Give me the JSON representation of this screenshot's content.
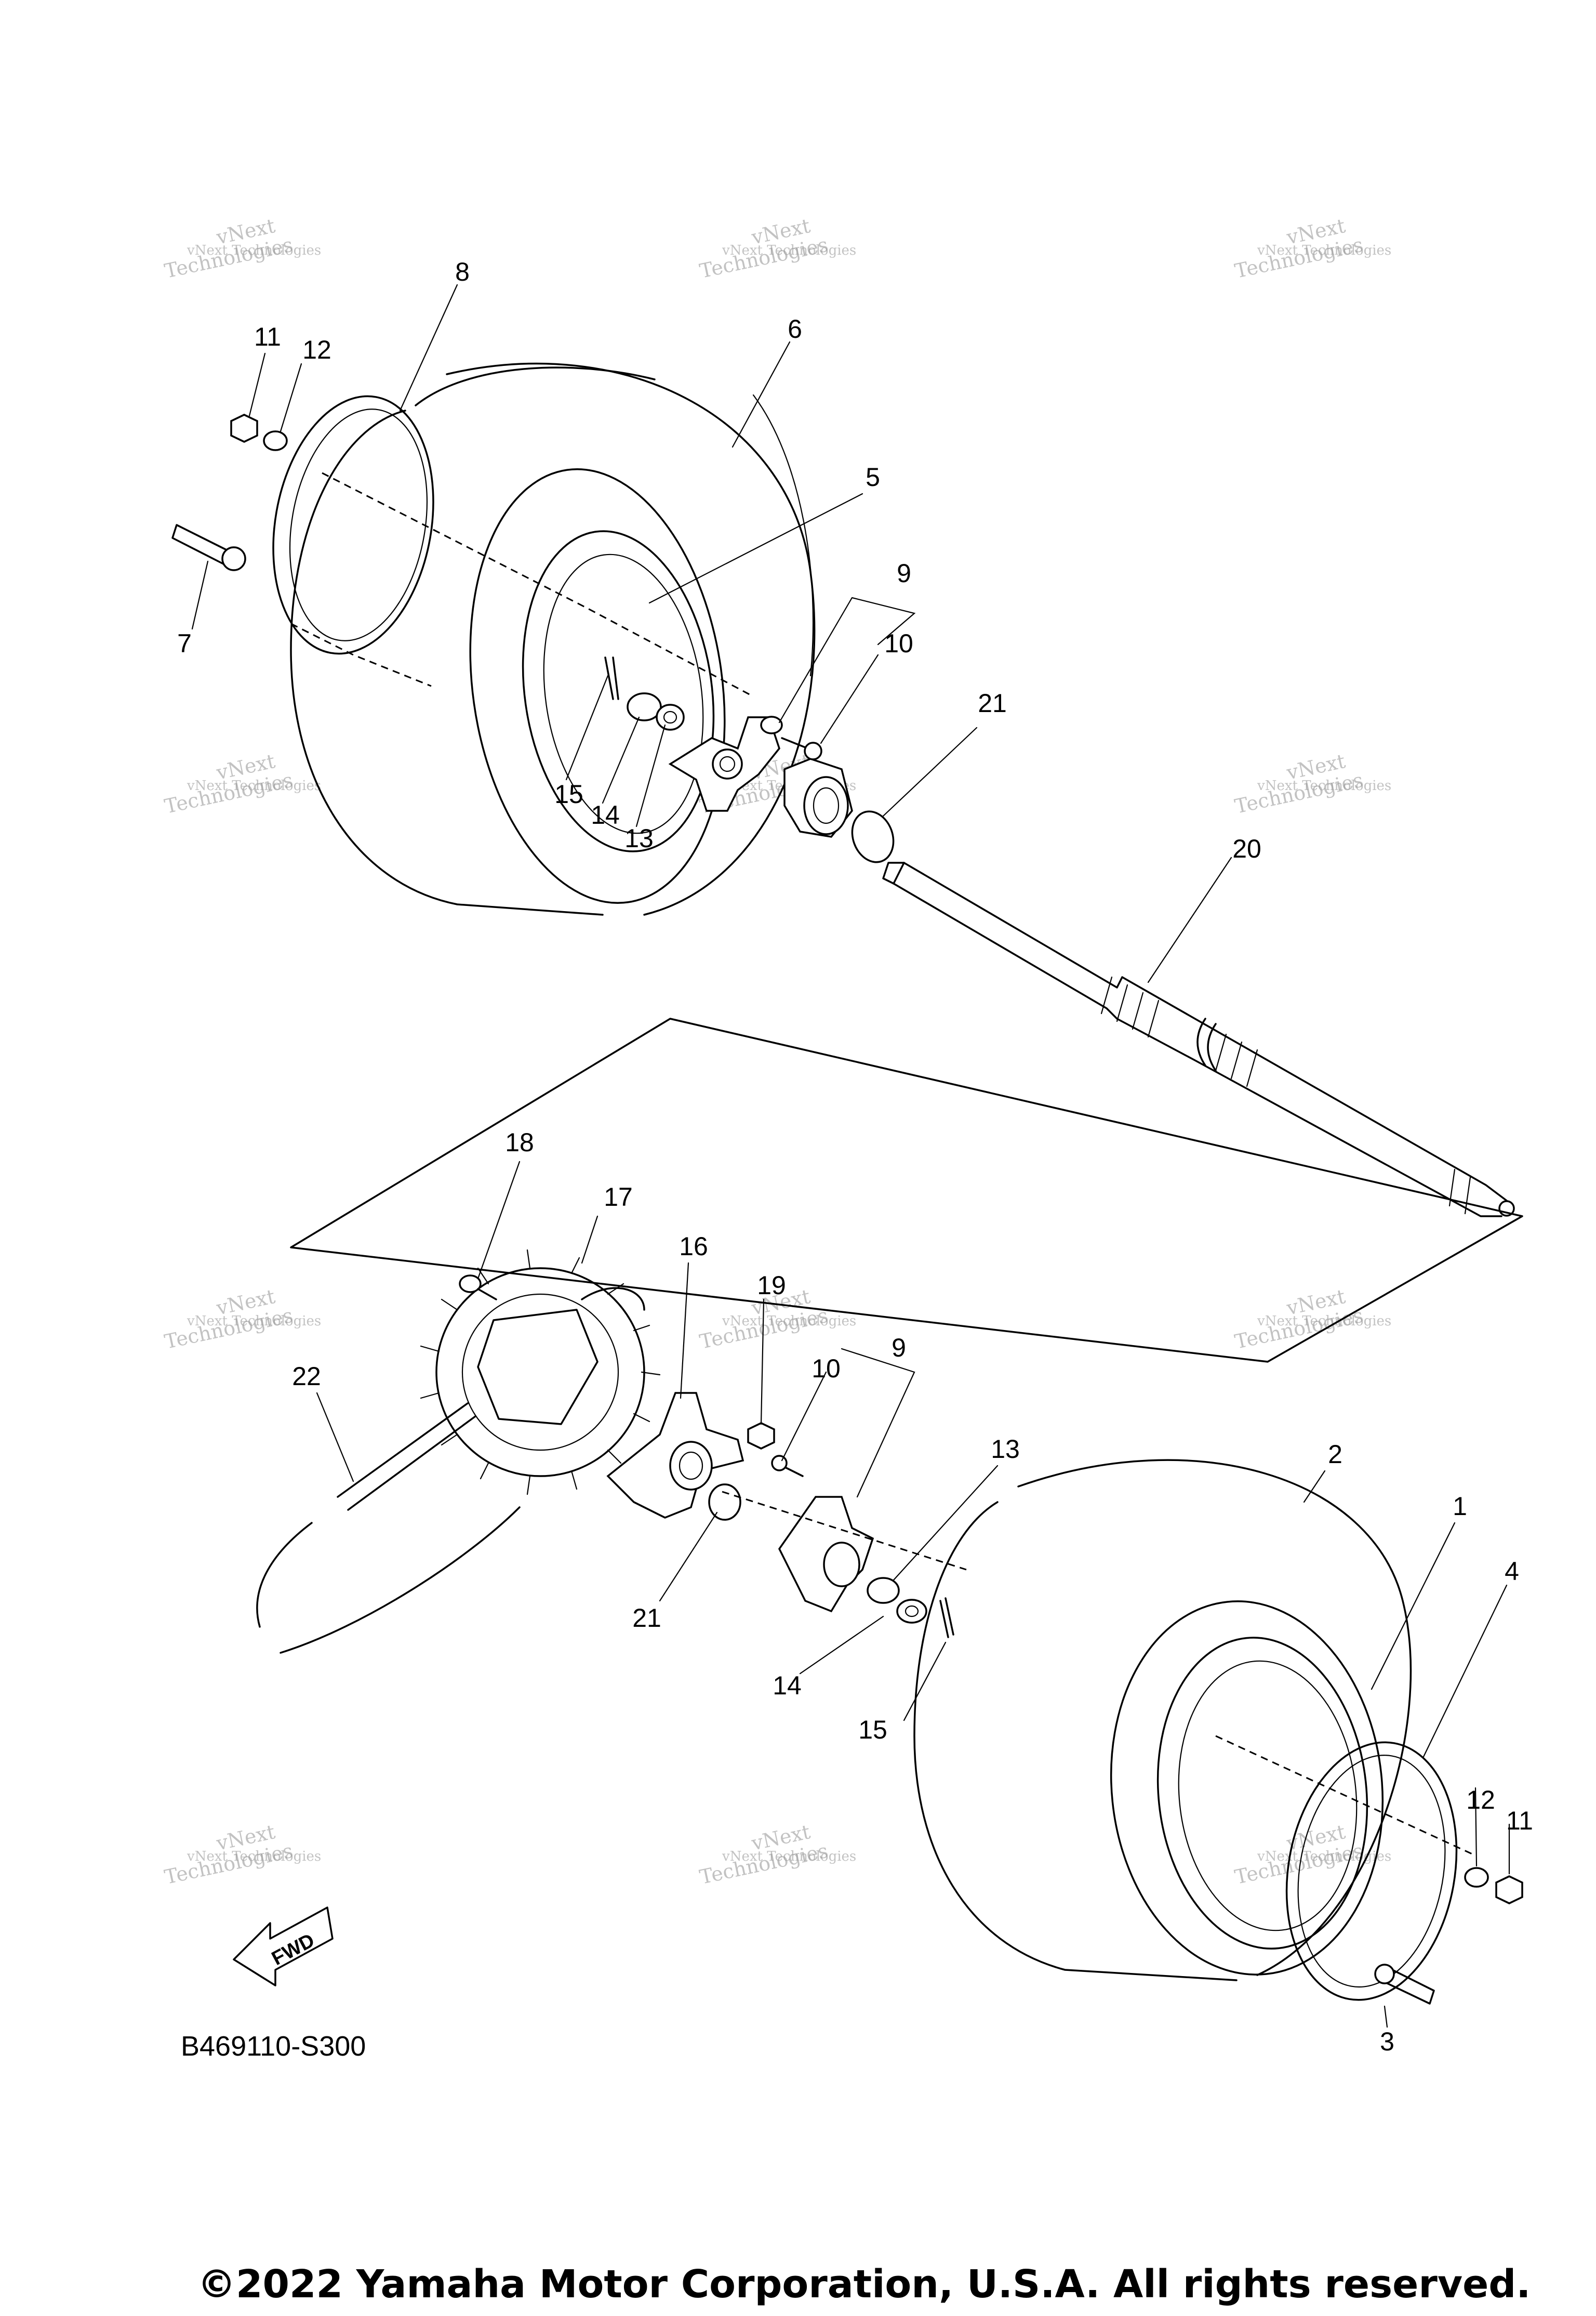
{
  "watermark": {
    "line1": "vNext Technologies",
    "line2": "Technologies",
    "line3": "vNext"
  },
  "callouts": {
    "c1": "1",
    "c2": "2",
    "c3": "3",
    "c4": "4",
    "c5": "5",
    "c6": "6",
    "c7": "7",
    "c8": "8",
    "c9a": "9",
    "c9b": "9",
    "c10a": "10",
    "c10b": "10",
    "c11a": "11",
    "c11b": "11",
    "c12a": "12",
    "c12b": "12",
    "c13a": "13",
    "c13b": "13",
    "c14a": "14",
    "c14b": "14",
    "c15a": "15",
    "c15b": "15",
    "c16": "16",
    "c17": "17",
    "c18": "18",
    "c19": "19",
    "c20": "20",
    "c21a": "21",
    "c21b": "21",
    "c22": "22"
  },
  "fwd_label": "FWD",
  "diagram_code": "B469110-S300",
  "copyright": "©2022 Yamaha Motor Corporation, U.S.A. All rights reserved."
}
